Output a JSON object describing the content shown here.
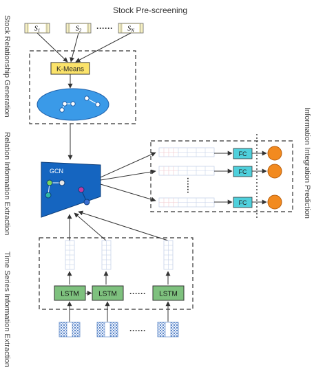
{
  "diagram": {
    "top_title": "Stock Pre-screening",
    "stocks": [
      "S1",
      "S2",
      "SN"
    ],
    "stock_subscripts": [
      "1",
      "2",
      "N"
    ],
    "dots": "······",
    "kmeans_label": "K-Means",
    "gcn_label": "GCN",
    "fc_label": "FC",
    "lstm_label": "LSTM",
    "side_labels": {
      "stock_relationship": "Stock Relationship Generation",
      "relation_info": "Relation Information Extraction",
      "time_series": "Time Series Information Extraction",
      "integration": "Information Integration Prediction"
    },
    "colors": {
      "kmeans_fill": "#fbe36a",
      "cluster_fill": "#3a9ae8",
      "gcn_fill": "#1565c0",
      "fc_fill": "#4fd0dc",
      "lstm_fill": "#7ec17e",
      "output_fill": "#f28a1f",
      "grid_blue": "#c7d2ea",
      "grid_pink": "#f1c9cf",
      "stock_fill": "#f6f0c2"
    }
  }
}
